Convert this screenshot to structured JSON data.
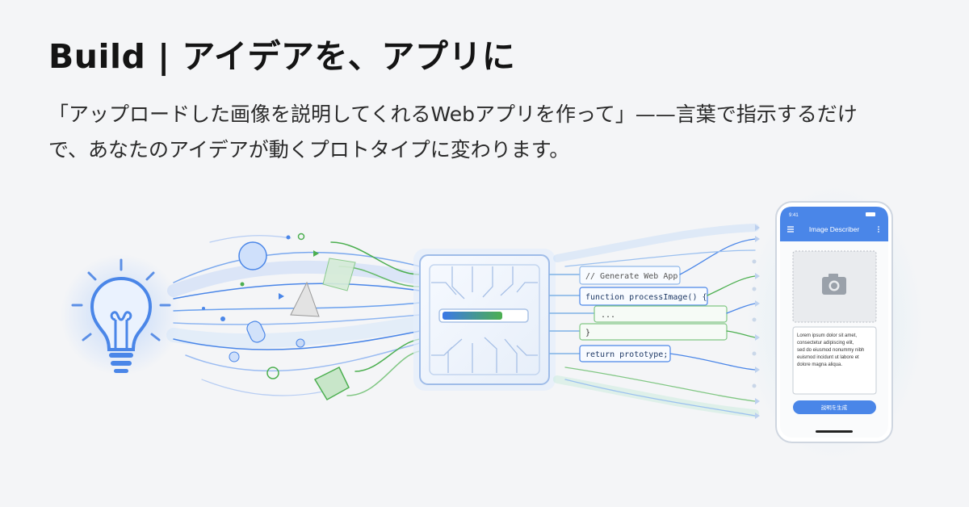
{
  "heading": "Build | アイデアを、アプリに",
  "description": {
    "line1": "「アップロードした画像を説明してくれるWebアプリを作って」——言葉で指示するだけ",
    "line2": "で、あなたのアイデアが動くプロトタイプに変わります。"
  },
  "code": {
    "line1": "// Generate Web App",
    "line2": "function processImage() {",
    "line3": "...",
    "line4": "}",
    "line5": "return prototype;"
  },
  "phone": {
    "time": "9:41",
    "app_title": "Image Describer",
    "description_text": {
      "l1": "Lorem ipsum dolor sit amet,",
      "l2": "consectetur adipiscing elit,",
      "l3": "sed do eiusmod nonummy nibh",
      "l4": "euismod incidunt ut labore et",
      "l5": "dolore magna aliqua."
    },
    "button_label": "説明を生成"
  },
  "colors": {
    "blue": "#4a86e8",
    "green": "#4caf50",
    "bulb_glow": "#cfe0fb",
    "chip_bg": "#eef3fb"
  },
  "icons": [
    "lightbulb-icon",
    "chip-icon",
    "camera-icon",
    "menu-icon",
    "more-icon"
  ]
}
